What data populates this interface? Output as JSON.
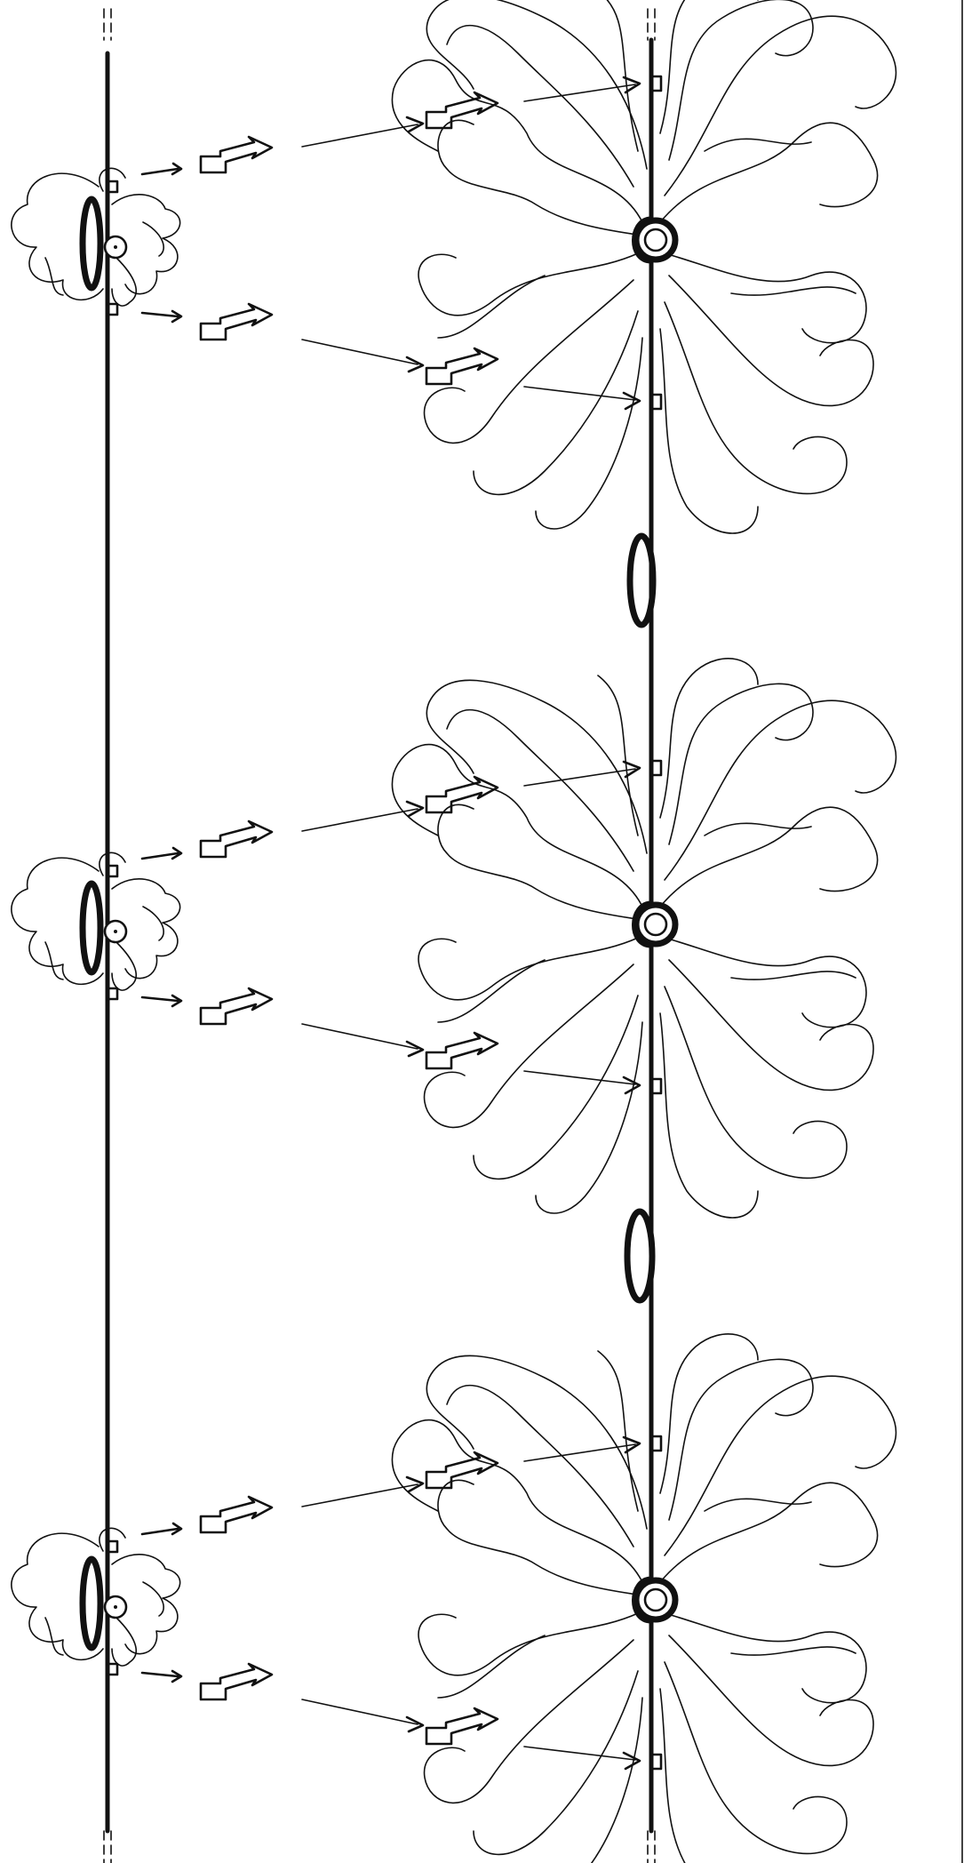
{
  "figure": {
    "type": "schematic-illustration",
    "panels": 1,
    "repeat_units": 3,
    "colors": {
      "ink": "#111111",
      "paper": "#ffffff"
    }
  }
}
